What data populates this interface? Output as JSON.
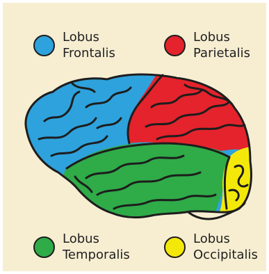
{
  "legend": [
    {
      "id": "frontal",
      "line1": "Lobus",
      "line2": "Frontalis",
      "color": "#2ea2dc"
    },
    {
      "id": "parietal",
      "line1": "Lobus",
      "line2": "Parietalis",
      "color": "#e4232c"
    },
    {
      "id": "temporal",
      "line1": "Lobus",
      "line2": "Temporalis",
      "color": "#2fab48"
    },
    {
      "id": "occipital",
      "line1": "Lobus",
      "line2": "Occipitalis",
      "color": "#f4e80a"
    }
  ],
  "colors": {
    "background": "#f7eed2",
    "outline": "#1d1d1d"
  }
}
